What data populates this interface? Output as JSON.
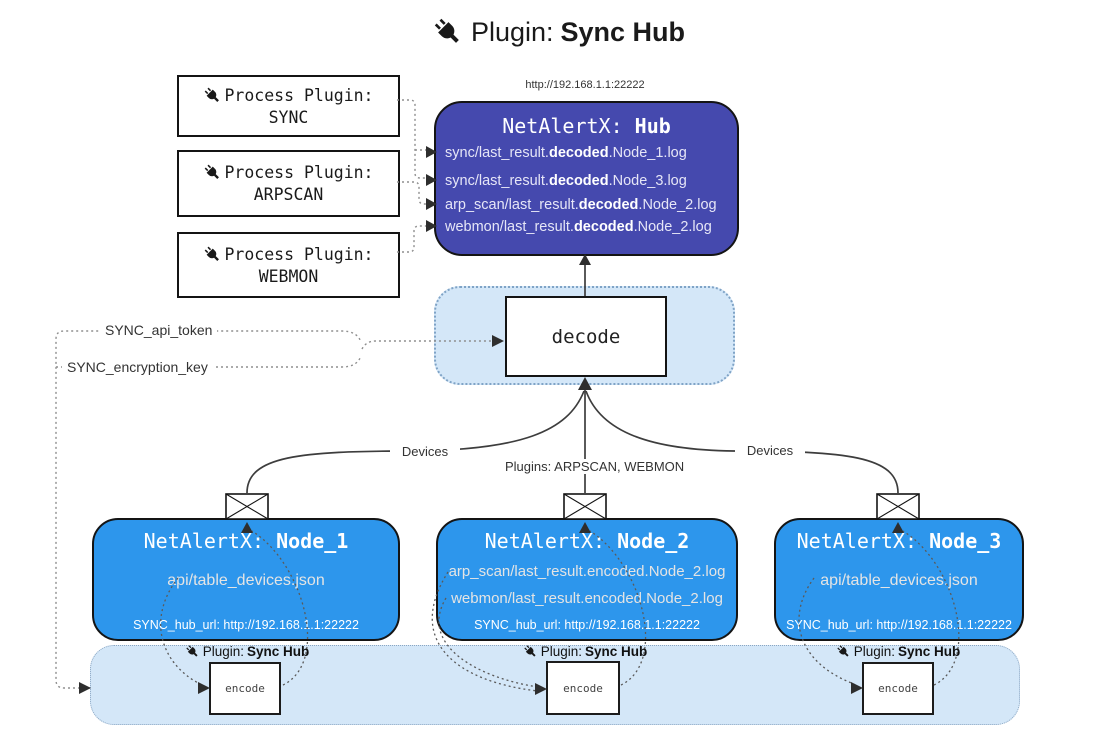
{
  "title": {
    "label": "Plugin: ",
    "name": "Sync Hub"
  },
  "process_plugins": {
    "heading": "Process Plugin:",
    "items": [
      {
        "name": "SYNC"
      },
      {
        "name": "ARPSCAN"
      },
      {
        "name": "WEBMON"
      }
    ]
  },
  "hub": {
    "url": "http://192.168.1.1:22222",
    "title_prefix": "NetAlertX: ",
    "title_name": "Hub",
    "files": [
      {
        "pre": "sync/last_result.",
        "bold": "decoded",
        "post": ".Node_1.log"
      },
      {
        "pre": "sync/last_result.",
        "bold": "decoded",
        "post": ".Node_3.log"
      },
      {
        "pre": "arp_scan/last_result.",
        "bold": "decoded",
        "post": ".Node_2.log"
      },
      {
        "pre": "webmon/last_result.",
        "bold": "decoded",
        "post": ".Node_2.log"
      }
    ]
  },
  "decode": {
    "label": "decode"
  },
  "secrets": {
    "api_token": "SYNC_api_token",
    "encryption_key": "SYNC_encryption_key"
  },
  "edges": {
    "devices_left": "Devices",
    "devices_right": "Devices",
    "plugins_center": "Plugins: ARPSCAN, WEBMON"
  },
  "nodes": [
    {
      "title_prefix": "NetAlertX: ",
      "title_name": "Node_1",
      "files": [
        "api/table_devices.json"
      ],
      "hub_url": "SYNC_hub_url: http://192.168.1.1:22222"
    },
    {
      "title_prefix": "NetAlertX: ",
      "title_name": "Node_2",
      "files": [
        "arp_scan/last_result.encoded.Node_2.log",
        "webmon/last_result.encoded.Node_2.log"
      ],
      "hub_url": "SYNC_hub_url: http://192.168.1.1:22222"
    },
    {
      "title_prefix": "NetAlertX: ",
      "title_name": "Node_3",
      "files": [
        "api/table_devices.json"
      ],
      "hub_url": "SYNC_hub_url: http://192.168.1.1:22222"
    }
  ],
  "sync_band": {
    "plugin_label": "Plugin: ",
    "plugin_name": "Sync Hub",
    "encode_label": "encode"
  },
  "colors": {
    "hub-bg": "#4549ae",
    "node-bg": "#2d96ec",
    "panel-bg": "#d4e7f8",
    "panel-border": "#7fa3c6"
  }
}
